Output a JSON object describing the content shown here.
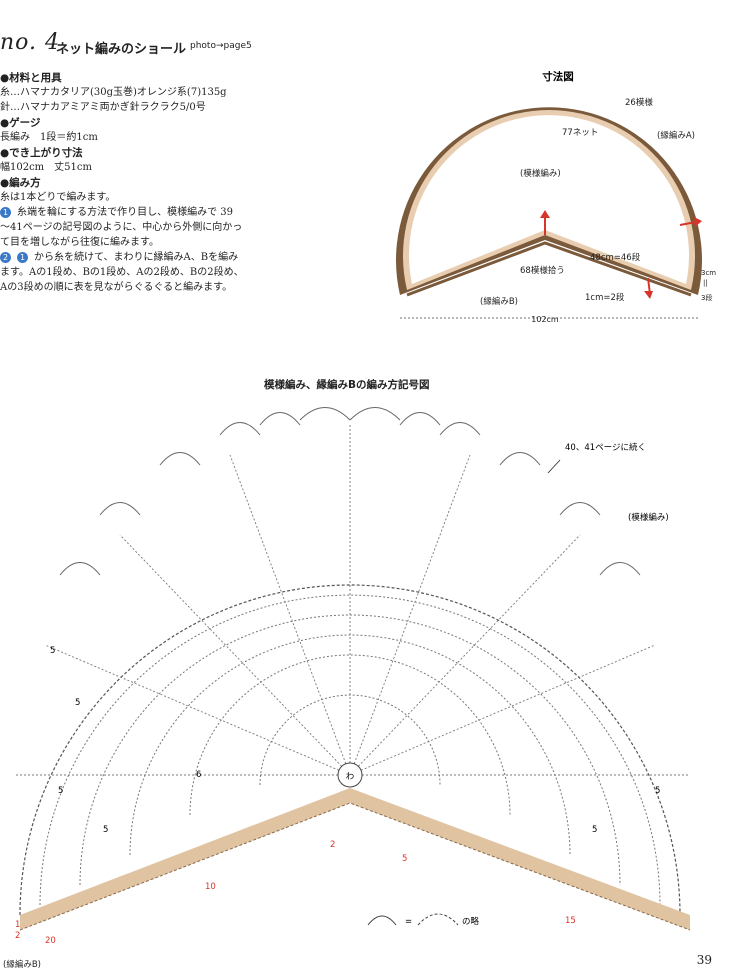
{
  "header": {
    "pattern_no": "no. 4",
    "title": "ネット編みのショール",
    "photo_ref": "photo→page5"
  },
  "materials": {
    "heading": "●材料と用具",
    "yarn": "糸…ハマナカタリア(30g玉巻)オレンジ系(7)135g",
    "needle": "針…ハマナカアミアミ両かぎ針ラクラク5/0号"
  },
  "gauge": {
    "heading": "●ゲージ",
    "text": "長編み　1段＝約1cm"
  },
  "finished_size": {
    "heading": "●でき上がり寸法",
    "text": "幅102cm　丈51cm"
  },
  "method": {
    "heading": "●編み方",
    "intro": "糸は1本どりで編みます。",
    "step1_num": "1",
    "step1_lines": [
      "糸端を輪にする方法で作り目し、模様編みで 39",
      "～41ページの記号図のように、中心から外側に向かっ",
      "て目を増しながら往復に編みます。"
    ],
    "step2_num": "2",
    "step2_ref": "1",
    "step2_lines": [
      "から糸を続けて、まわりに縁編みA、Bを編み",
      "ます。Aの1段め、Bの1段め、Aの2段め、Bの2段め、",
      "Aの3段めの順に表を見ながらぐるぐると編みます。"
    ]
  },
  "size_diagram": {
    "title": "寸法図",
    "label_26": "26模様",
    "label_77": "77ネット",
    "label_edgeA": "(縁編みA)",
    "label_pattern": "(模様編み)",
    "label_48": "48cm=46段",
    "label_68": "68模様拾う",
    "label_edgeB": "(縁編みB)",
    "label_1cm": "1cm=2段",
    "label_3cm": "3cm",
    "label_eq": "||",
    "label_3rows": "3段",
    "label_width": "102cm"
  },
  "chart": {
    "title": "模様編み、縁編みBの編み方記号図",
    "continue_note": "40、41ページに続く",
    "label_pattern": "(模様編み)",
    "center_label": "わ",
    "legend_eq": "=",
    "legend_text": "の略",
    "label_edgeB": "(縁編みB)",
    "row_labels": [
      "2",
      "5",
      "10",
      "15",
      "20",
      "1",
      "2"
    ],
    "black_row_labels": [
      "5",
      "5",
      "5",
      "5",
      "6",
      "5",
      "5"
    ]
  },
  "colors": {
    "shawl_fill": "#f3e4d3",
    "edge_brown": "#7a5a3a",
    "edge_tan": "#d9b793",
    "arrow_red": "#d8352a",
    "step_blue": "#3a78c8"
  },
  "page_number": "39"
}
